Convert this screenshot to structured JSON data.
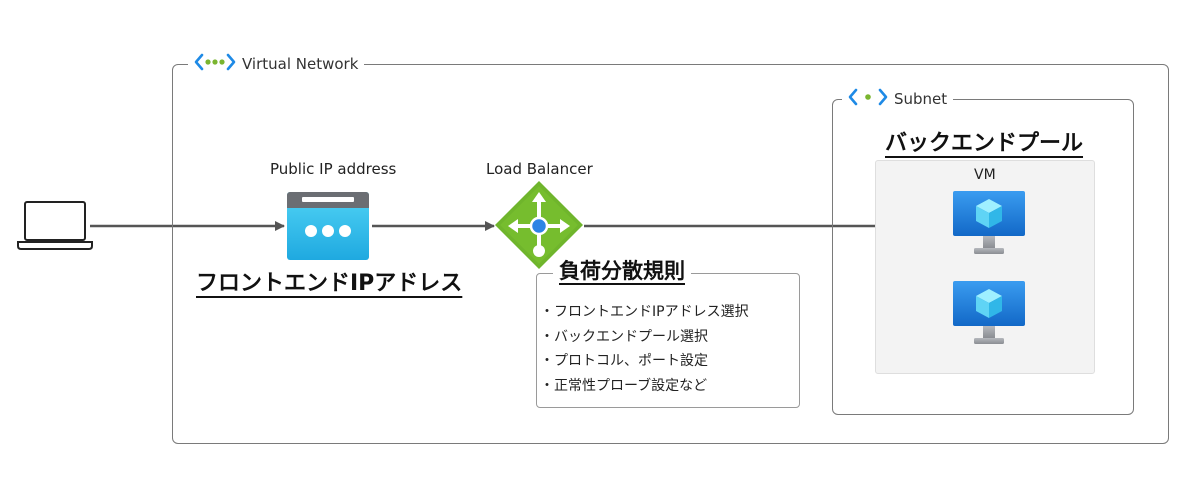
{
  "virtual_network": {
    "label": "Virtual Network"
  },
  "subnet": {
    "label": "Subnet"
  },
  "public_ip": {
    "caption": "Public IP address",
    "title": "フロントエンドIPアドレス"
  },
  "load_balancer": {
    "caption": "Load Balancer"
  },
  "rules": {
    "title": "負荷分散規則",
    "items": [
      "・フロントエンドIPアドレス選択",
      "・バックエンドプール選択",
      "・プロトコル、ポート設定",
      "・正常性プローブ設定など"
    ]
  },
  "backend_pool": {
    "title": "バックエンドプール",
    "vm_label": "VM"
  },
  "colors": {
    "azure_blue": "#1e8ae6",
    "azure_cyan": "#35c2ee",
    "lb_green": "#6fb52c",
    "vnet_green": "#7ab52f",
    "line_gray": "#555555"
  },
  "icons": {
    "client": "laptop-icon",
    "public_ip": "public-ip-icon",
    "load_balancer": "load-balancer-icon",
    "vm": "virtual-machine-icon",
    "vnet": "virtual-network-icon",
    "subnet": "subnet-icon"
  }
}
